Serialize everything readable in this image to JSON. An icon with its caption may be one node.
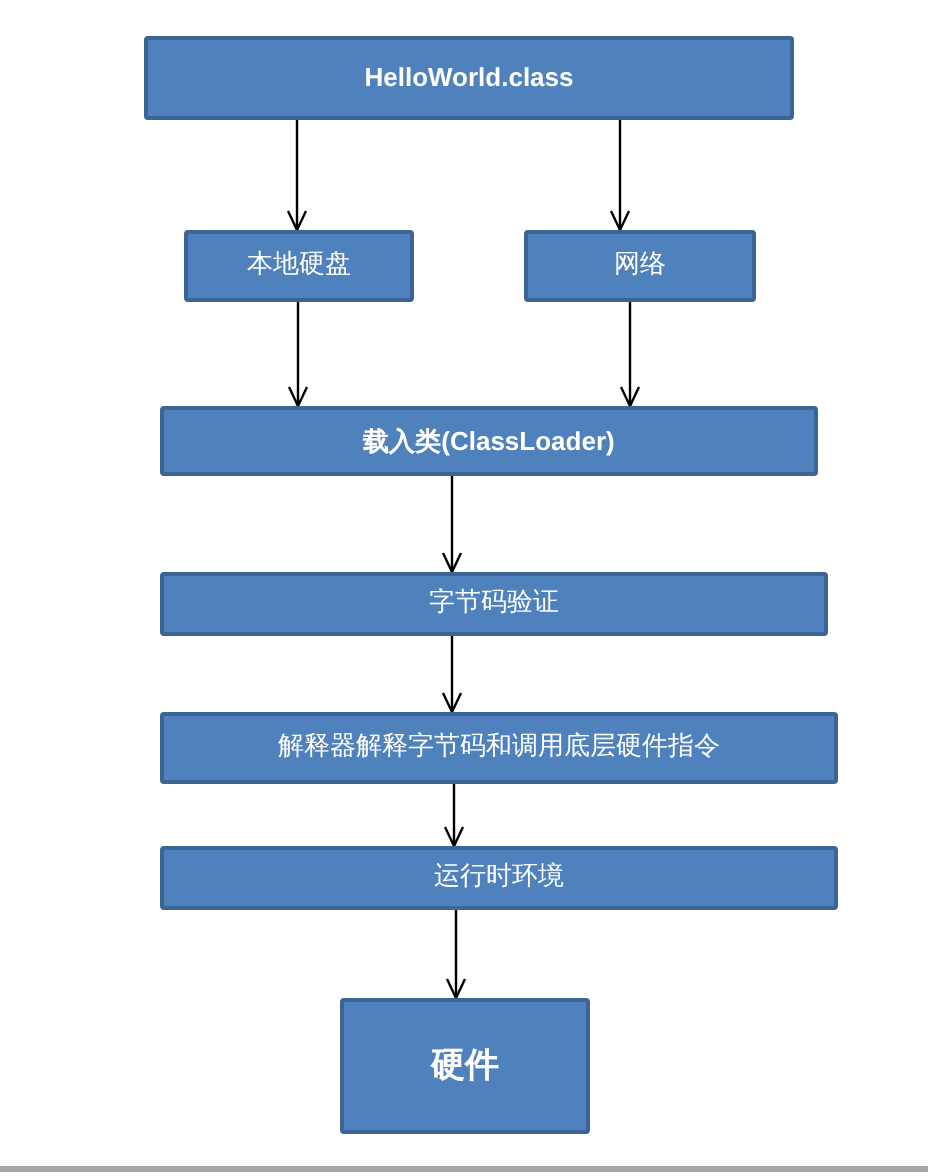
{
  "diagram": {
    "nodes": [
      {
        "text": [
          "HelloWorld.class"
        ]
      },
      {
        "text": [
          "本地硬盘"
        ]
      },
      {
        "text": [
          "网络"
        ]
      },
      {
        "text": [
          "载入类(ClassLoader)"
        ]
      },
      {
        "text": [
          "字节码验证"
        ]
      },
      {
        "text": [
          "解释器解释字节码和调用底层硬件指令"
        ]
      },
      {
        "text": [
          "运行时环境"
        ]
      },
      {
        "text": [
          "硬件"
        ]
      }
    ],
    "edges": [
      {
        "from": 0,
        "to": 1,
        "arrow": "to"
      },
      {
        "from": 0,
        "to": 2,
        "arrow": "to"
      },
      {
        "from": 1,
        "to": 3,
        "arrow": "to"
      },
      {
        "from": 2,
        "to": 3,
        "arrow": "to"
      },
      {
        "from": 3,
        "to": 4,
        "arrow": "to"
      },
      {
        "from": 4,
        "to": 5,
        "arrow": "to"
      },
      {
        "from": 5,
        "to": 6,
        "arrow": "to"
      },
      {
        "from": 6,
        "to": 7,
        "arrow": "to"
      }
    ]
  }
}
